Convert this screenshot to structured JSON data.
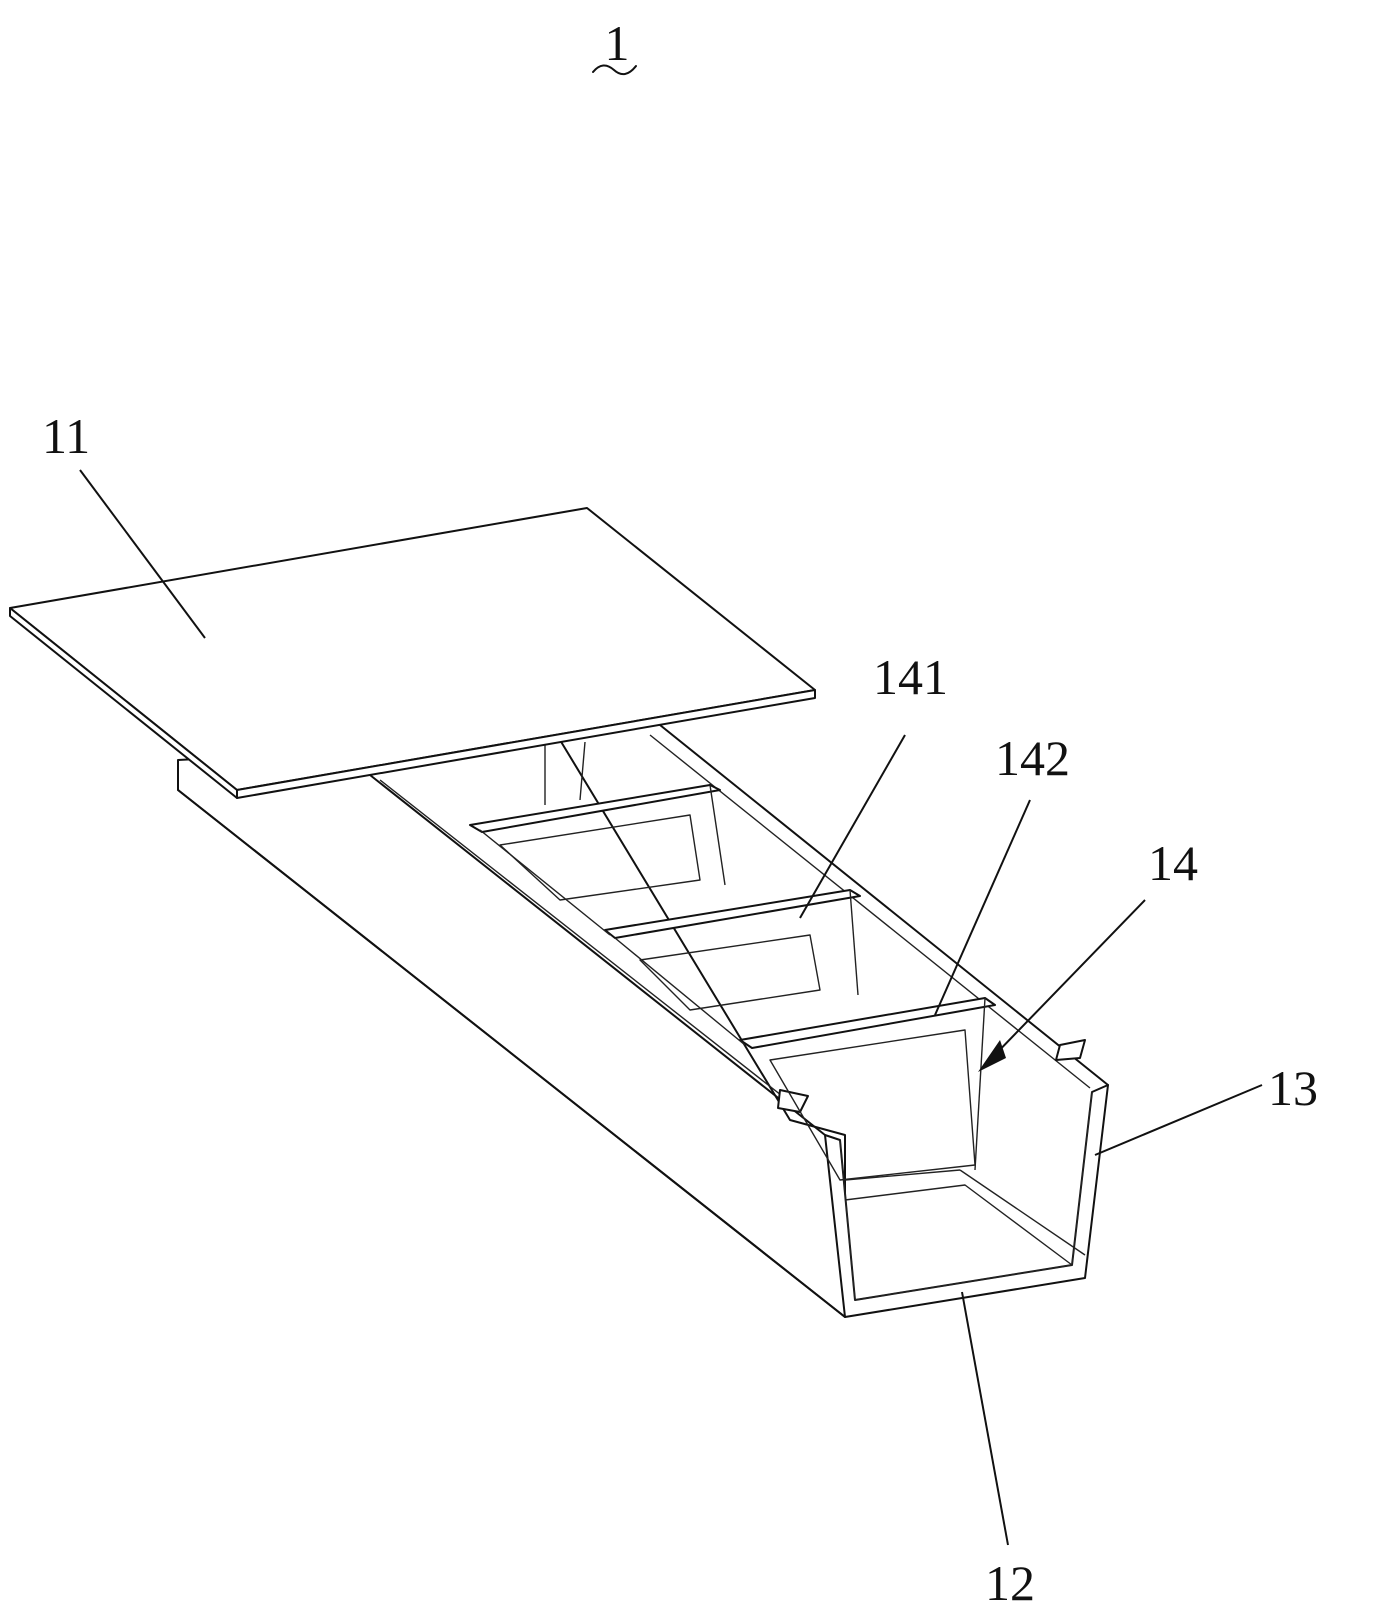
{
  "figure": {
    "assembly_label": "1",
    "callouts": [
      {
        "id": "11",
        "text": "11"
      },
      {
        "id": "141",
        "text": "141"
      },
      {
        "id": "142",
        "text": "142"
      },
      {
        "id": "14",
        "text": "14"
      },
      {
        "id": "13",
        "text": "13"
      },
      {
        "id": "12",
        "text": "12"
      }
    ]
  }
}
